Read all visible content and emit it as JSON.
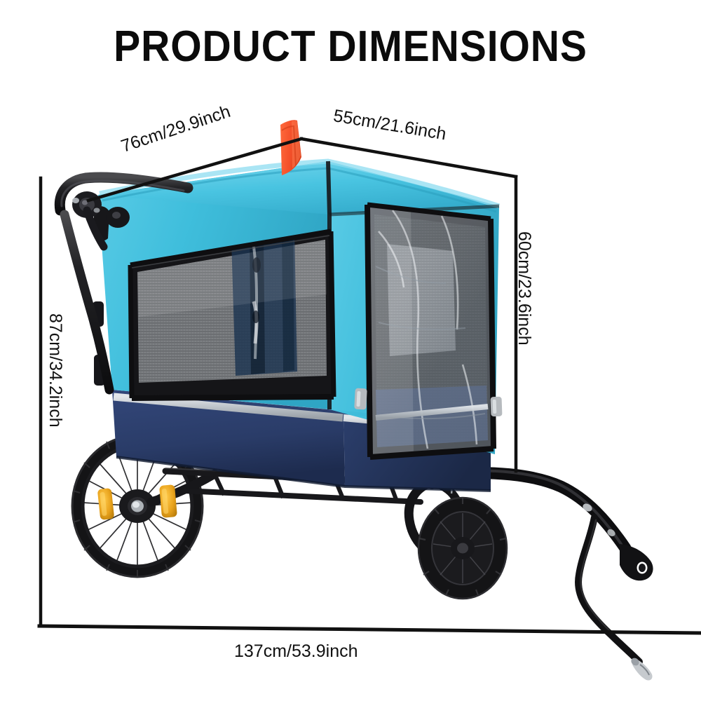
{
  "page": {
    "title": "PRODUCT DIMENSIONS",
    "background_color": "#FFFFFF",
    "line_color": "#111111",
    "text_color": "#111111"
  },
  "dimensions": {
    "width_top": {
      "label": "76cm/29.9inch",
      "cm": 76,
      "inch": 29.9,
      "axis": "width-top-left-diagonal"
    },
    "depth_top": {
      "label": "55cm/21.6inch",
      "cm": 55,
      "inch": 21.6,
      "axis": "depth-top-right-diagonal"
    },
    "height_right": {
      "label": "60cm/23.6inch",
      "cm": 60,
      "inch": 23.6,
      "axis": "cabin-height-right-vertical"
    },
    "height_left": {
      "label": "87cm/34.2inch",
      "cm": 87,
      "inch": 34.2,
      "axis": "overall-height-left-vertical"
    },
    "length_bottom": {
      "label": "137cm/53.9inch",
      "cm": 137,
      "inch": 53.9,
      "axis": "overall-length-bottom-horizontal"
    }
  },
  "product": {
    "name": "bike-pet-trailer-stroller",
    "colors": {
      "canopy_light_blue": "#40C0DE",
      "canopy_light_blue_shade": "#2FA8C6",
      "canopy_light_blue_highlight": "#72D4EC",
      "body_navy": "#2B3E6B",
      "body_navy_dark": "#1E2C50",
      "mesh_grey": "#8A8C8E",
      "mesh_dark": "#3A3C3E",
      "frame_black": "#1A1A1A",
      "tire_black": "#141414",
      "reflector_orange": "#E8A21C",
      "flag_orange": "#F4502A",
      "reflective_silver": "#C9CDD2",
      "rain_cover_clear": "#B9C3CC",
      "buckle_silver": "#B6BABE"
    },
    "parts": [
      {
        "name": "safety-flag",
        "label": "orange safety flag"
      },
      {
        "name": "push-handle",
        "label": "black tubular push handle"
      },
      {
        "name": "canopy",
        "label": "light blue fabric canopy"
      },
      {
        "name": "side-mesh-window",
        "label": "grey mesh side window"
      },
      {
        "name": "rear-rain-cover",
        "label": "clear plastic rain cover"
      },
      {
        "name": "reflective-stripe",
        "label": "silver reflective stripe"
      },
      {
        "name": "rear-wheel",
        "label": "large spoked rear wheel"
      },
      {
        "name": "wheel-reflector",
        "label": "amber spoke reflector"
      },
      {
        "name": "front-swivel-wheel",
        "label": "small front swivel wheel"
      },
      {
        "name": "tow-arm",
        "label": "black bicycle tow arm"
      },
      {
        "name": "hitch-coupler",
        "label": "hitch coupler"
      },
      {
        "name": "safety-strap",
        "label": "safety strap with metal clip"
      },
      {
        "name": "lower-frame",
        "label": "black steel lower frame"
      }
    ]
  }
}
